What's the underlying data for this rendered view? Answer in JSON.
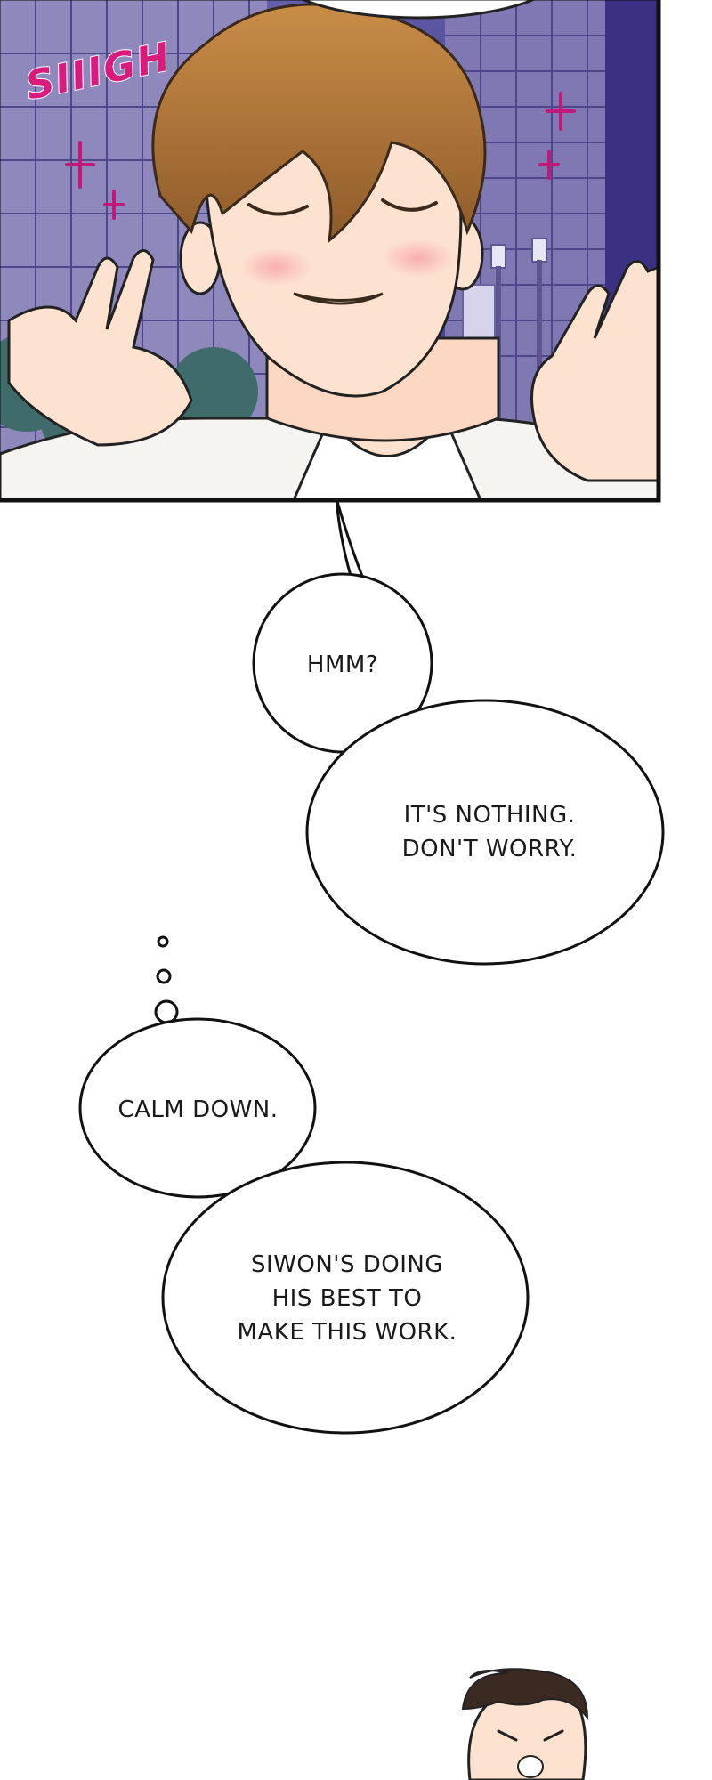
{
  "panel_top": {
    "sfx": "SIIIGH"
  },
  "bubbles": {
    "hmm": "HMM?",
    "nothing_line1": "IT'S NOTHING.",
    "nothing_line2": "DON'T WORRY.",
    "calm": "CALM DOWN.",
    "siwon_line1": "SIWON'S DOING",
    "siwon_line2": "HIS BEST TO",
    "siwon_line3": "MAKE THIS WORK."
  },
  "colors": {
    "sky": "#5a4fa0",
    "building": "#8c86b8",
    "hair": "#b07a3e",
    "skin": "#fde2cf",
    "sfx": "#d81b7c"
  }
}
